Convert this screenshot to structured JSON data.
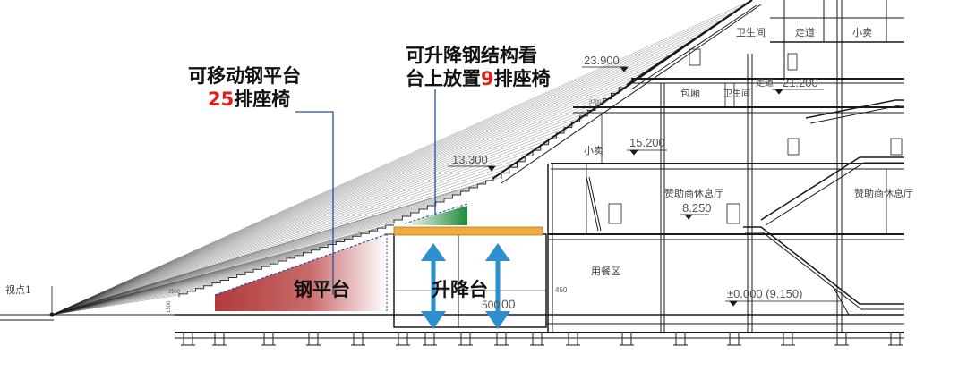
{
  "colors": {
    "line": "#1a1a1a",
    "platform_fill_dark": "#b03a3a",
    "platform_fill_light": "#ffffff",
    "retractable_fill_dark": "#1e8a3c",
    "lift_top": "#f2a93b",
    "arrow": "#2e8fd0",
    "leader": "#1f4fa0",
    "highlight_red": "#e0201a"
  },
  "callouts": {
    "movable_platform": {
      "line1": "可移动钢平台",
      "num": "25",
      "rest": "排座椅"
    },
    "retractable": {
      "line1": "可升降钢结构看",
      "line2_pre": "台上放置",
      "num": "9",
      "line2_post": "排座椅"
    }
  },
  "labels": {
    "steel_platform": "钢平台",
    "lift_platform": "升降台"
  },
  "cad_text": {
    "viewpoint": "视点1",
    "elev_23900": "23.900",
    "elev_21200": "21.200",
    "elev_15200": "15.200",
    "elev_13300": "13.300",
    "elev_8250": "8.250",
    "elev_0": "±0.000 (9.150)",
    "toilet": "卫生间",
    "toilet2": "卫生间",
    "corridor": "走道",
    "corridor2": "走道",
    "kiosk_top": "小卖",
    "kiosk": "小卖",
    "box": "包厢",
    "sponsor_lounge": "赞助商休息厅",
    "sponsor_lounge2": "赞助商休息厅",
    "dining": "用餐区",
    "dim_2500": "2500",
    "dim_3700": "3700",
    "dim_450": "450",
    "dim_1500": "1500",
    "dim_500": "500",
    "dim_00": "00"
  }
}
